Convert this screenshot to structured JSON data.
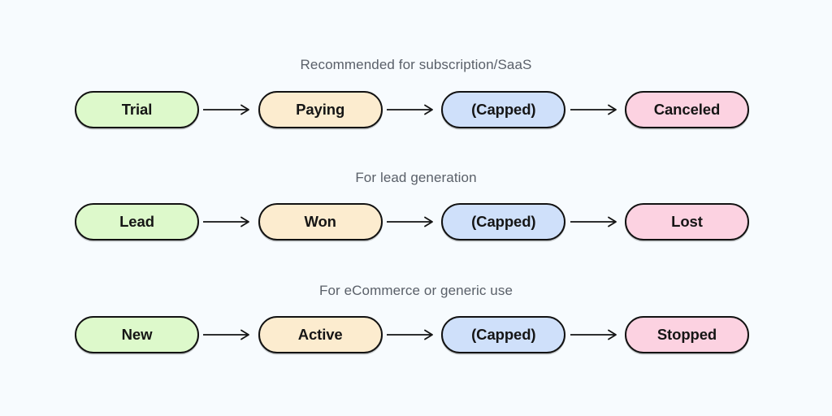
{
  "diagram": {
    "type": "flow",
    "background_color": "#f7fbfe",
    "caption_color": "#5a6069",
    "groups": [
      {
        "caption": "Recommended for subscription/SaaS",
        "stages": [
          {
            "label": "Trial",
            "color_name": "green",
            "fill": "#ddf9cb"
          },
          {
            "label": "Paying",
            "color_name": "peach",
            "fill": "#fceccf"
          },
          {
            "label": "(Capped)",
            "color_name": "blue",
            "fill": "#cfe0fa"
          },
          {
            "label": "Canceled",
            "color_name": "pink",
            "fill": "#fcd2e1"
          }
        ]
      },
      {
        "caption": "For lead generation",
        "stages": [
          {
            "label": "Lead",
            "color_name": "green",
            "fill": "#ddf9cb"
          },
          {
            "label": "Won",
            "color_name": "peach",
            "fill": "#fceccf"
          },
          {
            "label": "(Capped)",
            "color_name": "blue",
            "fill": "#cfe0fa"
          },
          {
            "label": "Lost",
            "color_name": "pink",
            "fill": "#fcd2e1"
          }
        ]
      },
      {
        "caption": "For eCommerce or generic use",
        "stages": [
          {
            "label": "New",
            "color_name": "green",
            "fill": "#ddf9cb"
          },
          {
            "label": "Active",
            "color_name": "peach",
            "fill": "#fceccf"
          },
          {
            "label": "(Capped)",
            "color_name": "blue",
            "fill": "#cfe0fa"
          },
          {
            "label": "Stopped",
            "color_name": "pink",
            "fill": "#fcd2e1"
          }
        ]
      }
    ]
  }
}
